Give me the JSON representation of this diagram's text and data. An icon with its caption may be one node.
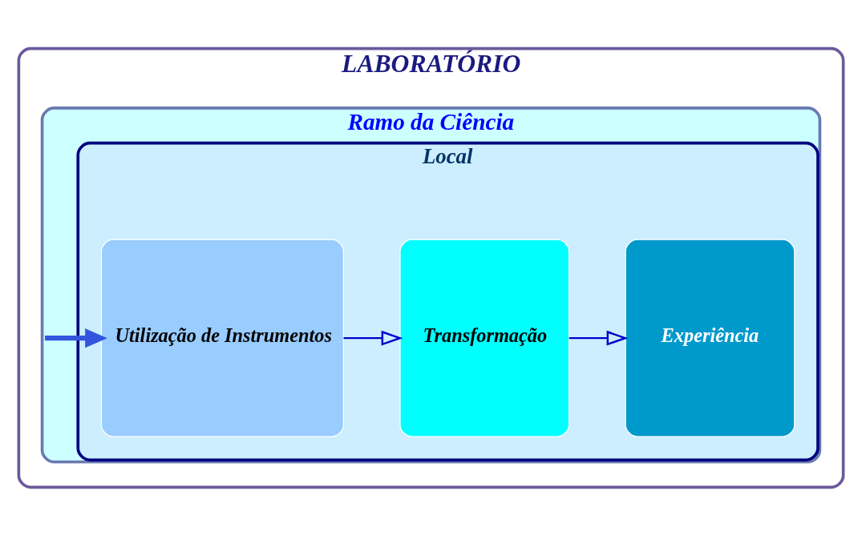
{
  "diagram": {
    "nodes": [
      {
        "text": [
          "LABORATÓRIO"
        ]
      },
      {
        "text": [
          "Ramo da Ciência"
        ],
        "in": 0
      },
      {
        "text": [
          "Local"
        ],
        "in": 1
      },
      {
        "text": [
          "Utilização de Instrumentos"
        ],
        "in": 2
      },
      {
        "text": [
          "Transformação"
        ],
        "in": 2
      },
      {
        "text": [
          "Experiência"
        ],
        "in": 2
      }
    ],
    "edges": [
      {
        "from": 1,
        "to": 3,
        "arrow": "to",
        "style": "thick",
        "color": "#3355dd"
      },
      {
        "from": 3,
        "to": 4,
        "arrow": "to"
      },
      {
        "from": 4,
        "to": 5,
        "arrow": "to"
      }
    ]
  }
}
